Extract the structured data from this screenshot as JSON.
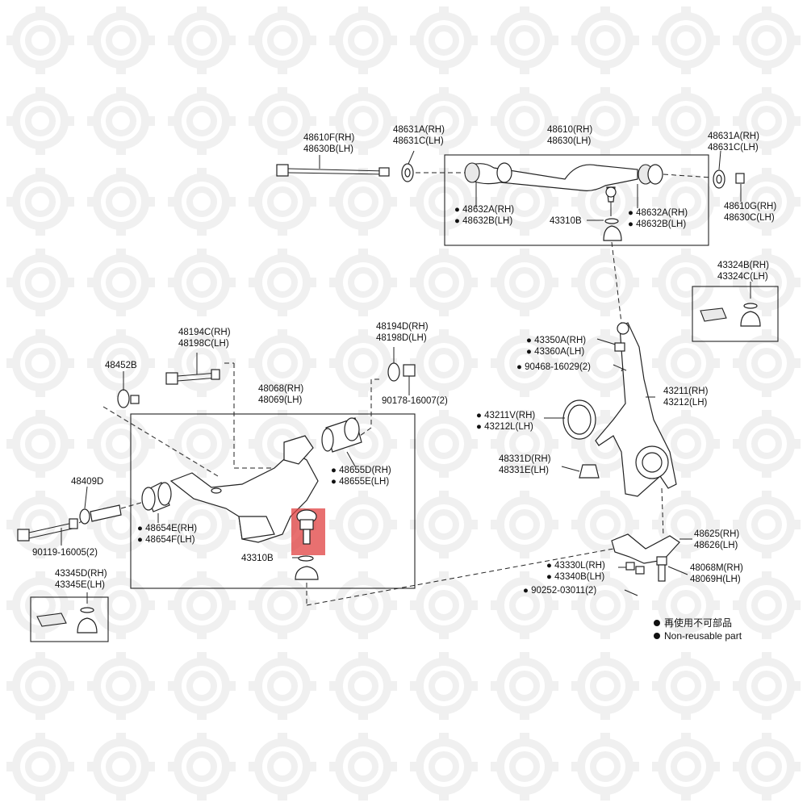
{
  "labels": {
    "p48610F": "48610F(RH)",
    "p48630B": "48630B(LH)",
    "p48631A_l": "48631A(RH)",
    "p48631C_l": "48631C(LH)",
    "p48610": "48610(RH)",
    "p48630": "48630(LH)",
    "p48631A_r": "48631A(RH)",
    "p48631C_r": "48631C(LH)",
    "p48632A_l": "48632A(RH)",
    "p48632B_l": "48632B(LH)",
    "p43310B_u": "43310B",
    "p48632A_r": "48632A(RH)",
    "p48632B_r": "48632B(LH)",
    "p48610G": "48610G(RH)",
    "p48630C": "48630C(LH)",
    "p43324B": "43324B(RH)",
    "p43324C": "43324C(LH)",
    "p48194C": "48194C(RH)",
    "p48198C": "48198C(LH)",
    "p48194D": "48194D(RH)",
    "p48198D": "48198D(LH)",
    "p48452B": "48452B",
    "p90178": "90178-16007(2)",
    "p48068": "48068(RH)",
    "p48069": "48069(LH)",
    "p43350A": "43350A(RH)",
    "p43360A": "43360A(LH)",
    "p90468": "90468-16029(2)",
    "p43211": "43211(RH)",
    "p43212": "43212(LH)",
    "p43211V": "43211V(RH)",
    "p43212L": "43212L(LH)",
    "p48655D": "48655D(RH)",
    "p48655E": "48655E(LH)",
    "p48409D": "48409D",
    "p48331D": "48331D(RH)",
    "p48331E": "48331E(LH)",
    "p48654E": "48654E(RH)",
    "p48654F": "48654F(LH)",
    "p90119": "90119-16005(2)",
    "p43310B_l": "43310B",
    "p48625": "48625(RH)",
    "p48626": "48626(LH)",
    "p43330L": "43330L(RH)",
    "p43340B": "43340B(LH)",
    "p48068M": "48068M(RH)",
    "p48069H": "48069H(LH)",
    "p90252": "90252-03011(2)",
    "p43345D": "43345D(RH)",
    "p43345E": "43345E(LH)"
  },
  "legend": {
    "line_cn": "再使用不可部品",
    "line_en": "Non-reusable part"
  },
  "highlight_color": "#e04040",
  "watermark_icon": "gear-wrench-icon"
}
